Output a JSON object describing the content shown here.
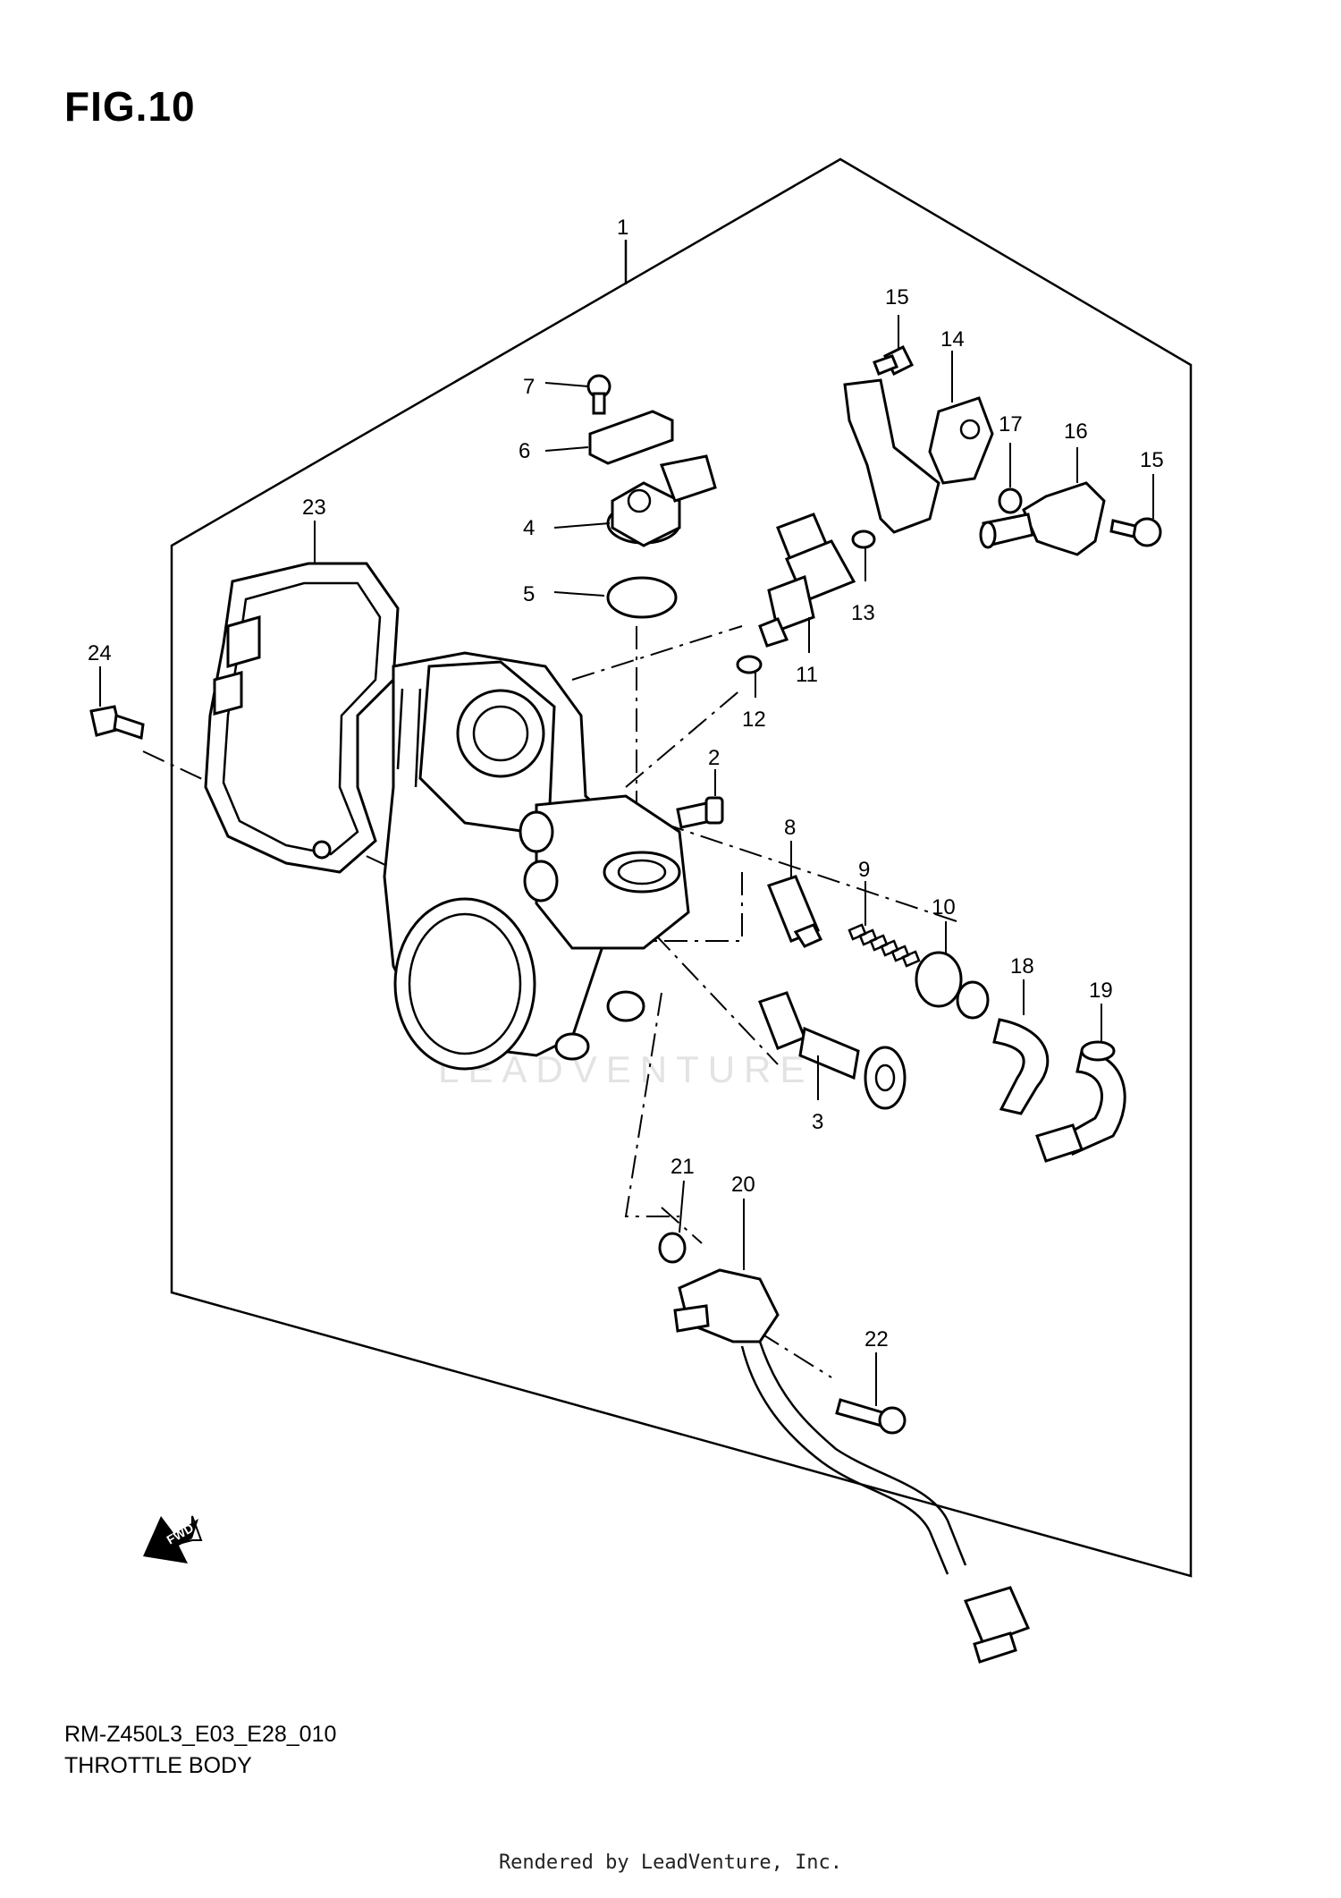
{
  "title": "FIG.10",
  "model_code": "RM-Z450L3_E03_E28_010",
  "section_name": "THROTTLE BODY",
  "rendered_by": "Rendered by LeadVenture, Inc.",
  "watermark": "LEADVENTURE",
  "fwd_label": "FWD",
  "callouts": {
    "c1": "1",
    "c2": "2",
    "c3": "3",
    "c4": "4",
    "c5": "5",
    "c6": "6",
    "c7": "7",
    "c8": "8",
    "c9": "9",
    "c10": "10",
    "c11": "11",
    "c12": "12",
    "c13": "13",
    "c14": "14",
    "c15a": "15",
    "c15b": "15",
    "c16": "16",
    "c17": "17",
    "c18": "18",
    "c19": "19",
    "c20": "20",
    "c21": "21",
    "c22": "22",
    "c23": "23",
    "c24": "24"
  },
  "colors": {
    "ink": "#000000",
    "paper": "#ffffff",
    "watermark": "#e3e3e3"
  }
}
